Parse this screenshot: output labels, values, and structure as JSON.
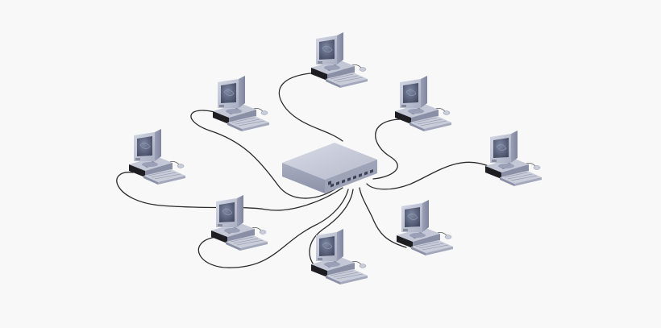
{
  "diagram": {
    "kind": "star-network-topology",
    "hub": {
      "icon": "network-switch-icon",
      "port_count": 8
    },
    "workstations": [
      {
        "id": "pc-top",
        "icon": "desktop-computer-icon"
      },
      {
        "id": "pc-upper-left",
        "icon": "desktop-computer-icon"
      },
      {
        "id": "pc-upper-right",
        "icon": "desktop-computer-icon"
      },
      {
        "id": "pc-left",
        "icon": "desktop-computer-icon"
      },
      {
        "id": "pc-right",
        "icon": "desktop-computer-icon"
      },
      {
        "id": "pc-lower-left",
        "icon": "desktop-computer-icon"
      },
      {
        "id": "pc-bottom",
        "icon": "desktop-computer-icon"
      },
      {
        "id": "pc-lower-right",
        "icon": "desktop-computer-icon"
      }
    ],
    "colors": {
      "background": "#f8f8f8",
      "device_light": "#c7ccdb",
      "device_mid": "#a9aec2",
      "device_dark": "#7f859d",
      "screen": "#58607a",
      "base_dark": "#1e1e22",
      "cable": "#2b2b2b"
    }
  }
}
